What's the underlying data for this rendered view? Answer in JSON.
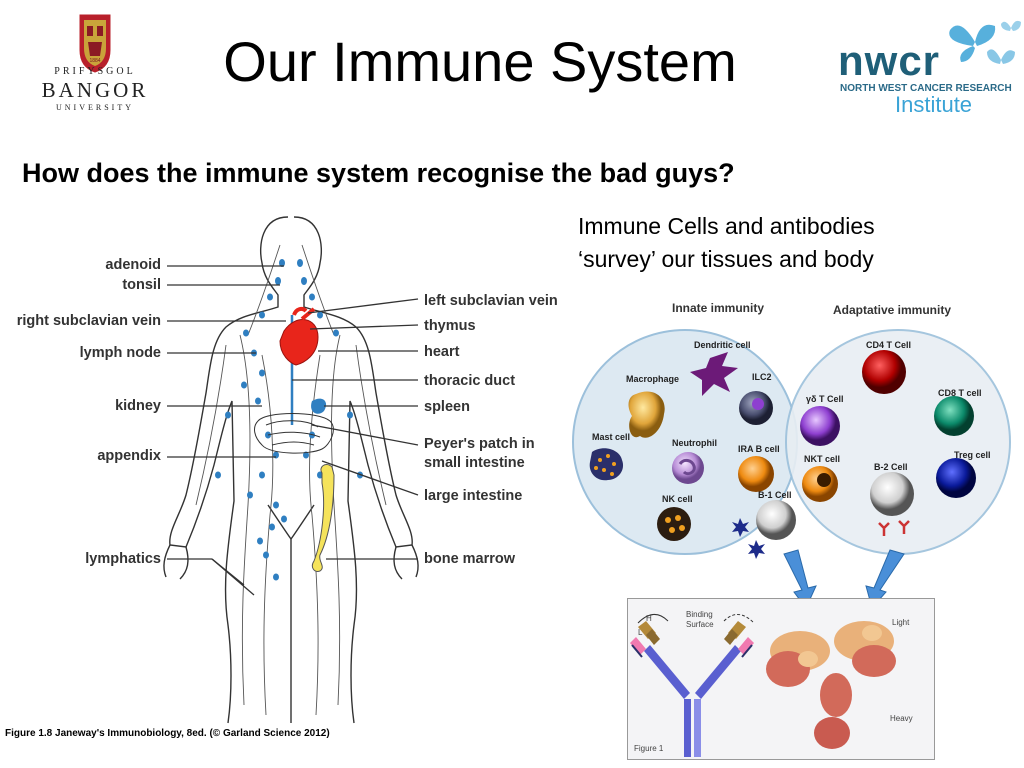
{
  "slide": {
    "title": "Our Immune System",
    "question": "How does the immune system recognise the bad guys?",
    "survey_line1": "Immune Cells and antibodies",
    "survey_line2": "‘survey’ our tissues and body"
  },
  "logos": {
    "bangor": {
      "line1": "PRIFYSGOL",
      "line2": "BANGOR",
      "line3": "UNIVERSITY",
      "shield_text": "1884"
    },
    "nwcr": {
      "word": "nwcr",
      "subtitle": "NORTH WEST CANCER RESEARCH",
      "institute": "Institute"
    }
  },
  "lymphatic_figure": {
    "labels_left": [
      "adenoid",
      "tonsil",
      "right subclavian vein",
      "lymph node",
      "kidney",
      "appendix",
      "lymphatics"
    ],
    "labels_right": [
      "left subclavian vein",
      "thymus",
      "heart",
      "thoracic duct",
      "spleen",
      "Peyer's patch in",
      "small intestine",
      "large intestine",
      "bone marrow"
    ],
    "caption": "Figure 1.8 Janeway's Immunobiology, 8ed. (© Garland Science 2012)"
  },
  "immunity_diagram": {
    "innate_header": "Innate immunity",
    "adaptive_header": "Adaptative immunity",
    "cells": {
      "dendritic": "Dendritic cell",
      "macrophage": "Macrophage",
      "ilc2": "ILC2",
      "mast": "Mast cell",
      "neutrophil": "Neutrophil",
      "ira_b": "IRA B cell",
      "nk": "NK cell",
      "b1": "B-1 Cell",
      "gd_t": "γδ T Cell",
      "nkt": "NKT cell",
      "cd4": "CD4 T Cell",
      "cd8": "CD8 T cell",
      "treg": "Treg cell",
      "b2": "B-2 Cell"
    }
  },
  "antibody_figure": {
    "label_h": "H",
    "label_l": "L",
    "binding": "Binding",
    "surface": "Surface",
    "light": "Light",
    "heavy": "Heavy",
    "figure_label": "Figure 1"
  },
  "colors": {
    "nwcr_blue": "#1f5f78",
    "institute_blue": "#3aa3d6",
    "heart_red": "#e8251b",
    "lymph_blue": "#2f7fc1",
    "bone_yellow": "#f5e35b",
    "arrow_blue": "#4a8fd8"
  }
}
